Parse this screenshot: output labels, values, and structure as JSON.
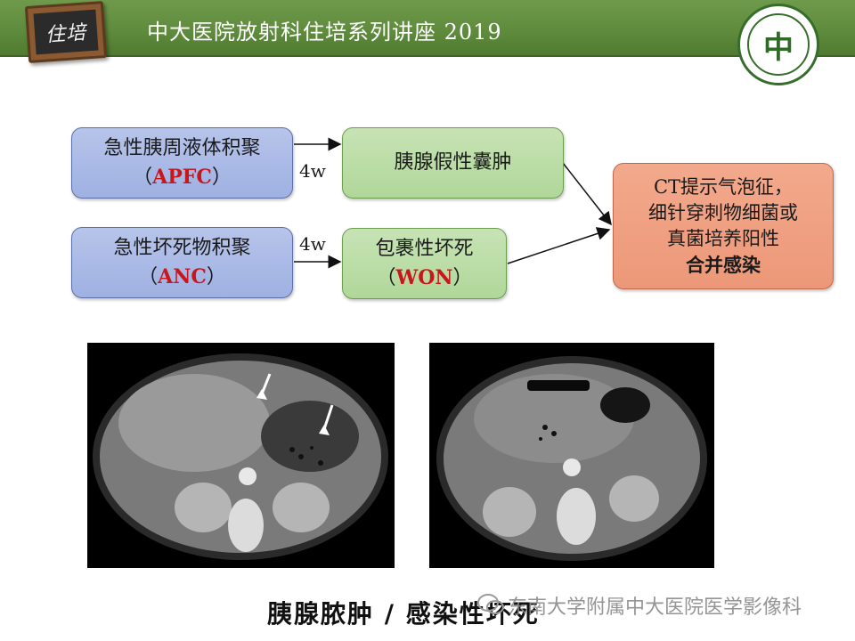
{
  "header": {
    "badge_text": "住培",
    "title": "中大医院放射科住培系列讲座 2019",
    "logo_glyph": "中"
  },
  "flow": {
    "apfc": {
      "line1": "急性胰周液体积聚",
      "open": "（",
      "code": "APFC",
      "close": "）"
    },
    "anc": {
      "line1": "急性坏死物积聚",
      "open": "（",
      "code": "ANC",
      "close": "）"
    },
    "pseudocyst": {
      "label": "胰腺假性囊肿"
    },
    "won": {
      "line1": "包裹性坏死",
      "open": "（",
      "code": "WON",
      "close": "）"
    },
    "infection": {
      "line1": "CT提示气泡征，",
      "line2": "细针穿刺物细菌或",
      "line3": "真菌培养阳性",
      "line4": "合并感染"
    },
    "arrow_label_top": "4w",
    "arrow_label_bottom": "4w"
  },
  "caption": "胰腺脓肿 / 感染性坏死",
  "watermark": "东南大学附属中大医院医学影像科",
  "colors": {
    "header_green": "#5e8a3c",
    "blue_box": "#9fb1e2",
    "green_box": "#b0d799",
    "salmon_box": "#ec9878",
    "code_red": "#c8161d"
  }
}
